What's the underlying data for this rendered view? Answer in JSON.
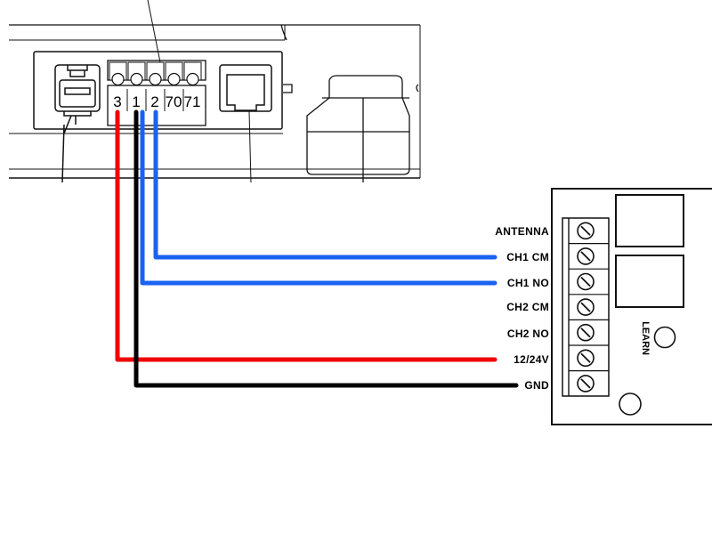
{
  "controller": {
    "terminal_labels": [
      "3",
      "1",
      "2",
      "70",
      "71"
    ]
  },
  "receiver": {
    "terminals": [
      "ANTENNA",
      "CH1 CM",
      "CH1 NO",
      "CH2 CM",
      "CH2 NO",
      "12/24V",
      "GND"
    ],
    "learn_label": "LEARN"
  },
  "wires": [
    {
      "from": "2",
      "to": "CH1 CM",
      "color": "#1a62f0"
    },
    {
      "from": "1",
      "to": "CH1 NO",
      "color": "#1a62f0"
    },
    {
      "from": "3",
      "to": "12/24V",
      "color": "#f00000"
    },
    {
      "from": "1",
      "to": "GND",
      "color": "#000000"
    }
  ]
}
